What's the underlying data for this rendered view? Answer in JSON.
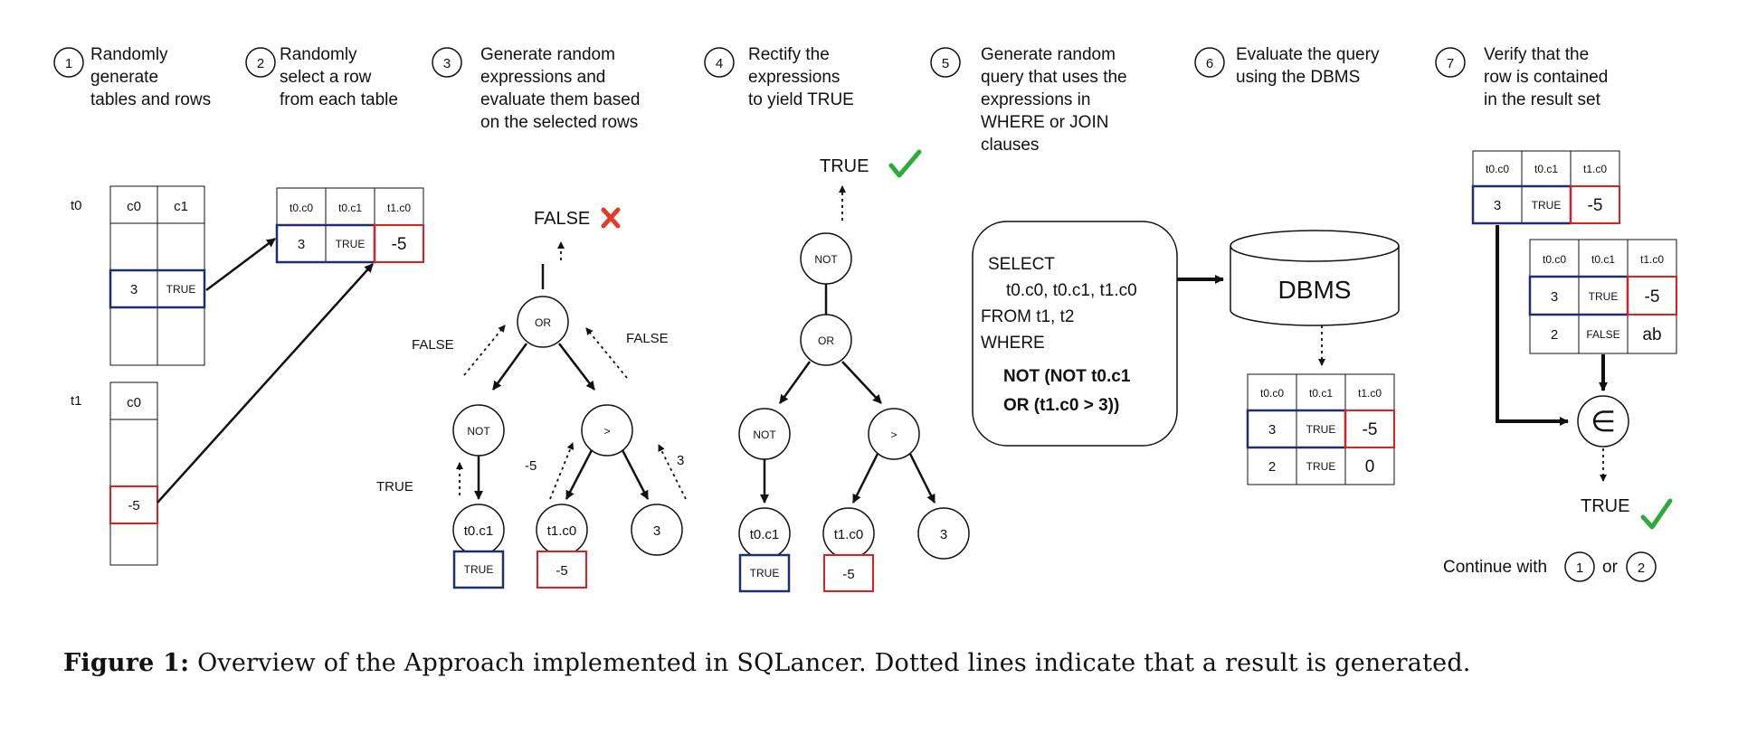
{
  "steps": [
    {
      "num": "1",
      "lines": [
        "Randomly",
        "generate",
        "tables and rows"
      ]
    },
    {
      "num": "2",
      "lines": [
        "Randomly",
        "select a row",
        "from each table"
      ]
    },
    {
      "num": "3",
      "lines": [
        "Generate random",
        "expressions and",
        "evaluate them based",
        "on the selected rows"
      ]
    },
    {
      "num": "4",
      "lines": [
        "Rectify the",
        "expressions",
        "to yield TRUE"
      ]
    },
    {
      "num": "5",
      "lines": [
        "Generate random",
        "query that uses the",
        "expressions in",
        "WHERE or JOIN",
        "clauses"
      ]
    },
    {
      "num": "6",
      "lines": [
        "Evaluate the query",
        "using the DBMS"
      ]
    },
    {
      "num": "7",
      "lines": [
        "Verify that the",
        "row is contained",
        "in the result set"
      ]
    }
  ],
  "tables": {
    "t0": {
      "name": "t0",
      "headers": [
        "c0",
        "c1"
      ],
      "selected": [
        "3",
        "TRUE"
      ]
    },
    "t1": {
      "name": "t1",
      "headers": [
        "c0"
      ],
      "selected": [
        "-5"
      ]
    }
  },
  "joined_headers": [
    "t0.c0",
    "t0.c1",
    "t1.c0"
  ],
  "joined_row": [
    "3",
    "TRUE",
    "-5"
  ],
  "tree3": {
    "root_result": "FALSE",
    "or": "OR",
    "not": "NOT",
    "gt": ">",
    "left_val": "FALSE",
    "right_val": "FALSE",
    "not_val": "TRUE",
    "c_val": "-5",
    "lit_val": "3",
    "col1": "t0.c1",
    "col2": "t1.c0",
    "lit": "3",
    "col1_value": "TRUE",
    "col2_value": "-5"
  },
  "tree4": {
    "root_result": "TRUE",
    "top": "NOT",
    "or": "OR",
    "not": "NOT",
    "gt": ">",
    "col1": "t0.c1",
    "col2": "t1.c0",
    "lit": "3",
    "col1_value": "TRUE",
    "col2_value": "-5"
  },
  "query": {
    "lines": [
      "SELECT",
      "t0.c0, t0.c1, t1.c0",
      "FROM t1, t2",
      "WHERE",
      "NOT (NOT t0.c1",
      "OR (t1.c0 > 3))"
    ]
  },
  "dbms": {
    "label": "DBMS"
  },
  "result_rows": [
    [
      "3",
      "TRUE",
      "-5"
    ],
    [
      "2",
      "TRUE",
      "0"
    ]
  ],
  "verify_rows": [
    [
      "3",
      "TRUE",
      "-5"
    ],
    [
      "2",
      "FALSE",
      "ab"
    ]
  ],
  "membership": {
    "symbol": "∈",
    "result": "TRUE"
  },
  "continue_text": {
    "prefix": "Continue with",
    "step_a": "1",
    "mid": "or",
    "step_b": "2"
  },
  "caption": {
    "label": "Figure 1:",
    "text": "Overview of the Approach implemented in SQLancer.  Dotted lines indicate that a result is generated."
  },
  "colors": {
    "selected_row": "#1f2f6e",
    "highlight": "#e02020",
    "check": "#2eaa3a",
    "cross": "#e23b2a"
  }
}
